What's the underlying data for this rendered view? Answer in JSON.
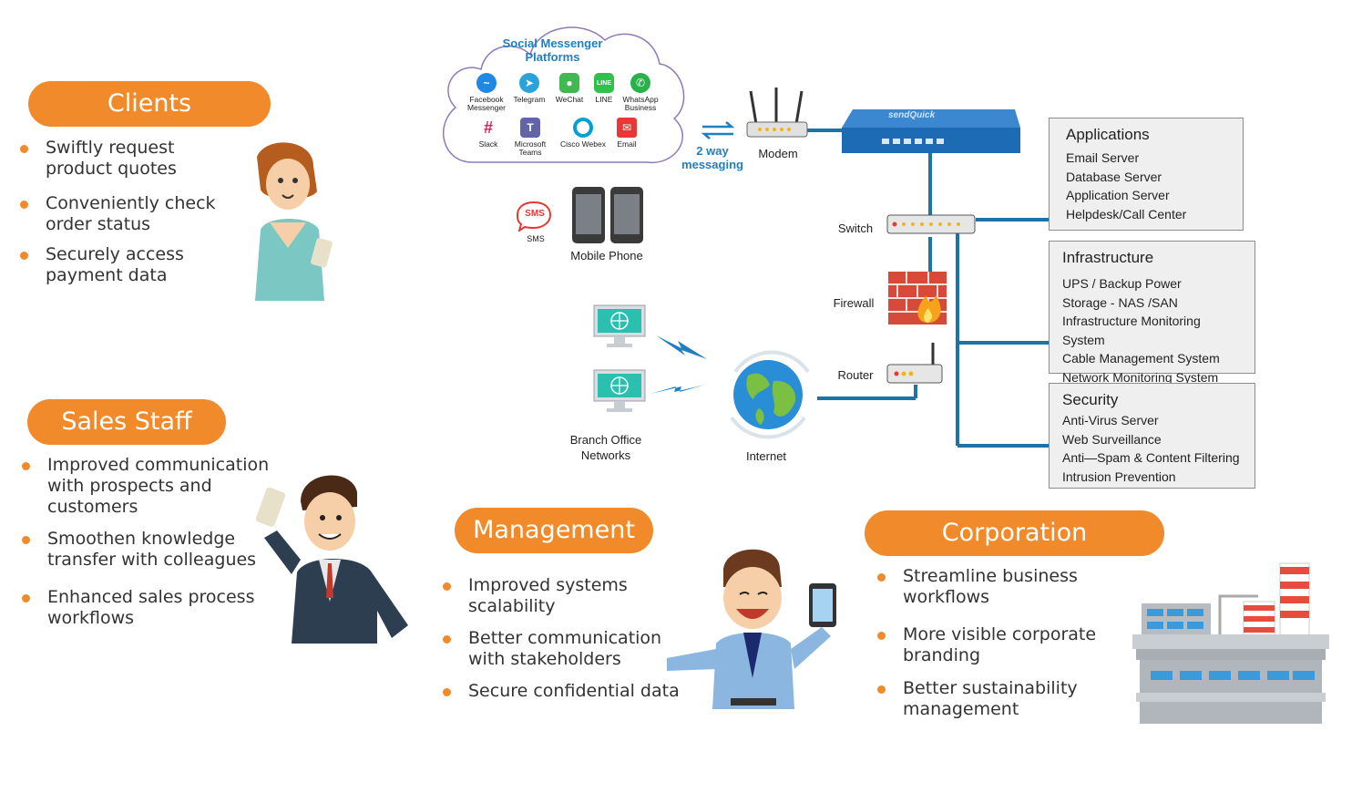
{
  "groups": {
    "clients": {
      "title": "Clients",
      "items": [
        "Swiftly request product quotes",
        "Conveniently check order status",
        "Securely access payment data"
      ]
    },
    "sales": {
      "title": "Sales Staff",
      "items": [
        "Improved communication with prospects and customers",
        "Smoothen knowledge transfer with colleagues",
        "Enhanced sales process workflows"
      ]
    },
    "management": {
      "title": "Management",
      "items": [
        "Improved systems scalability",
        "Better communication with stakeholders",
        "Secure confidential data"
      ]
    },
    "corporation": {
      "title": "Corporation",
      "items": [
        "Streamline business workflows",
        "More visible corporate branding",
        "Better sustainability management"
      ]
    }
  },
  "cloud": {
    "title": "Social Messenger Platforms",
    "apps": [
      {
        "name": "Facebook Messenger",
        "color": "#1e88e5"
      },
      {
        "name": "Telegram",
        "color": "#2aa3dc"
      },
      {
        "name": "WeChat",
        "color": "#3fb950"
      },
      {
        "name": "LINE",
        "color": "#2fc14a"
      },
      {
        "name": "WhatsApp Business",
        "color": "#29b24a"
      },
      {
        "name": "Slack",
        "color": "#e01e5a"
      },
      {
        "name": "Microsoft Teams",
        "color": "#6264a7"
      },
      {
        "name": "Cisco Webex",
        "color": "#00a0d1"
      },
      {
        "name": "Email",
        "color": "#e53935"
      }
    ]
  },
  "network": {
    "two_way": "2 way messaging",
    "modem": "Modem",
    "device_brand": "sendQuick",
    "switch": "Switch",
    "firewall": "Firewall",
    "router": "Router",
    "internet": "Internet",
    "sms": "SMS",
    "sms_bubble": "SMS",
    "mobile": "Mobile Phone",
    "branch": "Branch Office Networks"
  },
  "boxes": {
    "applications": {
      "title": "Applications",
      "items": [
        "Email Server",
        "Database Server",
        "Application Server",
        "Helpdesk/Call Center"
      ]
    },
    "infrastructure": {
      "title": "Infrastructure",
      "items": [
        "UPS / Backup Power",
        "Storage - NAS /SAN",
        "Infrastructure Monitoring System",
        "Cable Management System",
        "Network Monitoring System"
      ]
    },
    "security": {
      "title": "Security",
      "items": [
        "Anti-Virus Server",
        "Web Surveillance",
        "Anti—Spam & Content Filtering",
        "Intrusion Prevention"
      ]
    }
  },
  "colors": {
    "accent": "#f18a2a",
    "line": "#1a74a8",
    "device": "#1e6bb5"
  }
}
